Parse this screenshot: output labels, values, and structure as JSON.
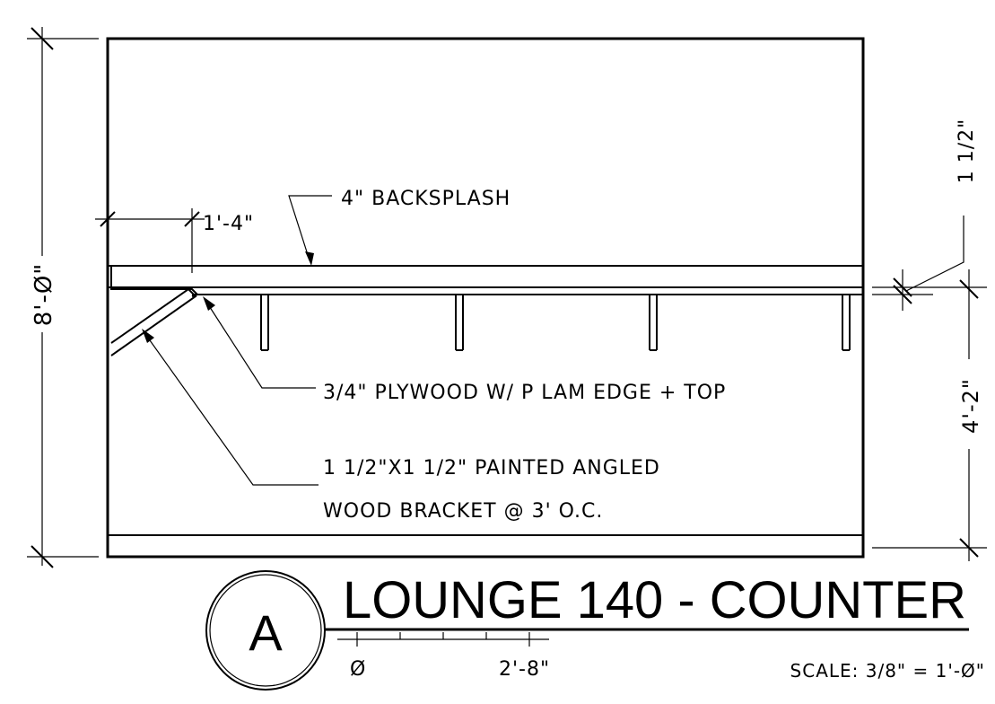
{
  "dimensions": {
    "overall_height": "8'-Ø\"",
    "bracket_depth": "1'-4\"",
    "counter_thickness": "1 1/2\"",
    "counter_height": "4'-2\""
  },
  "notes": {
    "backsplash": "4\" BACKSPLASH",
    "plywood": "3/4\" PLYWOOD W/ P LAM EDGE + TOP",
    "bracket_line1": "1 1/2\"X1 1/2\" PAINTED ANGLED",
    "bracket_line2": "WOOD BRACKET @ 3' O.C."
  },
  "title_block": {
    "detail_letter": "A",
    "title": "LOUNGE 140 - COUNTER",
    "scale": "SCALE: 3/8\" = 1'-Ø\"",
    "scale_bar_start": "Ø",
    "scale_bar_end": "2'-8\""
  }
}
